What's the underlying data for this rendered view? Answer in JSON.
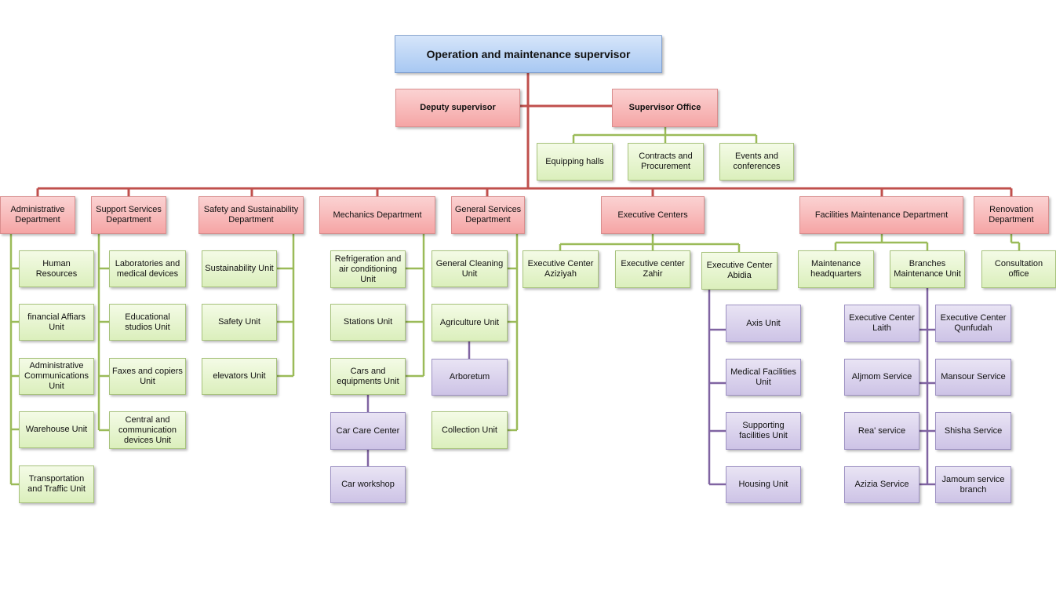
{
  "top": "Operation and maintenance supervisor",
  "deputy": "Deputy supervisor",
  "office": "Supervisor Office",
  "office_units": [
    "Equipping halls",
    "Contracts and Procurement",
    "Events and conferences"
  ],
  "departments": {
    "admin": "Administrative Department",
    "support": "Support Services Department",
    "safety": "Safety and Sustainability Department",
    "mechanics": "Mechanics Department",
    "general": "General Services Department",
    "exec": "Executive Centers",
    "facilities": "Facilities Maintenance Department",
    "renovation": "Renovation Department"
  },
  "admin_units": [
    "Human Resources",
    "financial Affiars Unit",
    "Administrative Communications Unit",
    "Warehouse Unit",
    "Transportation and Traffic Unit"
  ],
  "support_units": [
    "Laboratories and medical devices",
    "Educational studios Unit",
    "Faxes and copiers Unit",
    "Central and communication devices Unit"
  ],
  "safety_units": [
    "Sustainability Unit",
    "Safety Unit",
    "elevators Unit"
  ],
  "mechanics_units": [
    "Refrigeration and air conditioning Unit",
    "Stations Unit",
    "Cars and equipments Unit"
  ],
  "mechanics_sub": [
    "Car Care Center",
    "Car workshop"
  ],
  "general_units": [
    "General Cleaning Unit",
    "Agriculture Unit",
    "Collection Unit"
  ],
  "general_sub": [
    "Arboretum"
  ],
  "exec_units": [
    "Executive Center Aziziyah",
    "Executive center Zahir",
    "Executive Center Abidia"
  ],
  "abidia_sub": [
    "Axis Unit",
    "Medical Facilities Unit",
    "Supporting facilities Unit",
    "Housing Unit"
  ],
  "facilities_units": [
    "Maintenance headquarters",
    "Branches Maintenance Unit"
  ],
  "branches_left": [
    "Executive Center Laith",
    "Aljmom Service",
    "Rea' service",
    "Azizia Service"
  ],
  "branches_right": [
    "Executive Center Qunfudah",
    "Mansour Service",
    "Shisha Service",
    "Jamoum service branch"
  ],
  "renovation_units": [
    "Consultation office"
  ],
  "colors": {
    "red_line": "#c0504d",
    "green_line": "#9bbb59",
    "purple_line": "#8064a2"
  }
}
